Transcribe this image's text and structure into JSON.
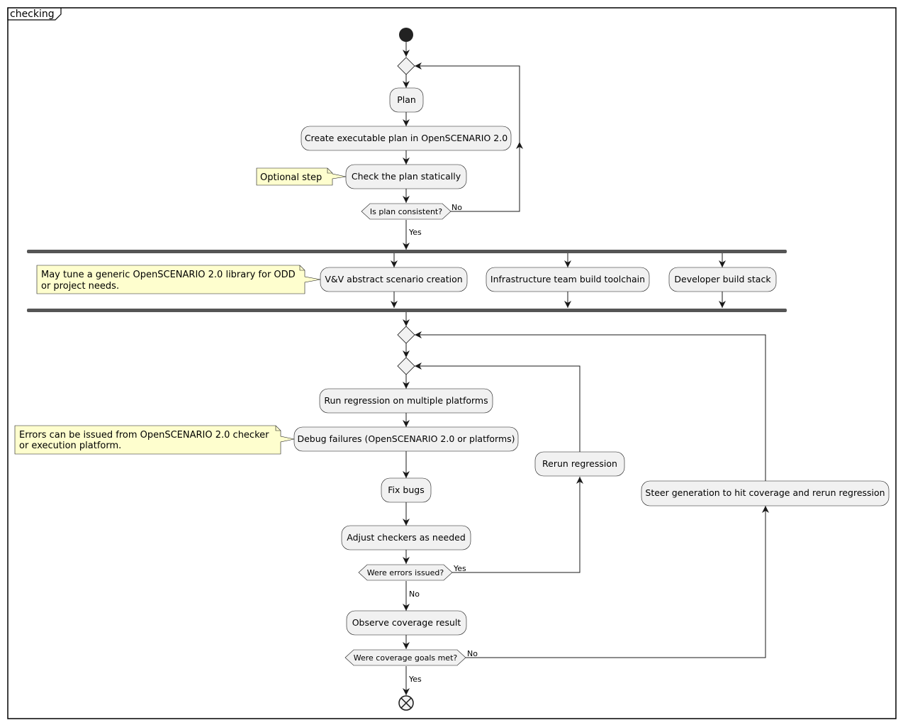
{
  "frame": {
    "title": "checking"
  },
  "activities": {
    "plan": "Plan",
    "create_plan": "Create executable plan in OpenSCENARIO 2.0",
    "check_plan": "Check the plan statically",
    "vv_creation": "V&V abstract scenario creation",
    "infra_toolchain": "Infrastructure team build toolchain",
    "developer_stack": "Developer build stack",
    "run_regression": "Run regression on multiple platforms",
    "debug_failures": "Debug failures (OpenSCENARIO 2.0 or platforms)",
    "fix_bugs": "Fix bugs",
    "adjust_checkers": "Adjust checkers as needed",
    "rerun_regression": " Rerun regression",
    "observe_coverage": "Observe coverage result",
    "steer_generation": " Steer generation to hit coverage and rerun regression"
  },
  "conditions": {
    "plan_consistent": "Is plan consistent?",
    "errors_issued": "Were errors issued?",
    "coverage_met": "Were coverage goals met?"
  },
  "edge_labels": {
    "plan_no": "No",
    "plan_yes": "Yes",
    "errors_yes": "Yes",
    "errors_no": "No",
    "coverage_no": "No",
    "coverage_yes": "Yes"
  },
  "notes": {
    "optional_step": [
      "Optional step"
    ],
    "tune_library": [
      "May tune a generic OpenSCENARIO 2.0 library for ODD",
      "or project needs."
    ],
    "errors_source": [
      "Errors can be issued from OpenSCENARIO 2.0 checker",
      "or execution platform."
    ]
  },
  "colors": {
    "activity_fill": "#f1f1f1",
    "note_fill": "#fefece",
    "fork_bar": "#555555",
    "line": "#181818"
  }
}
